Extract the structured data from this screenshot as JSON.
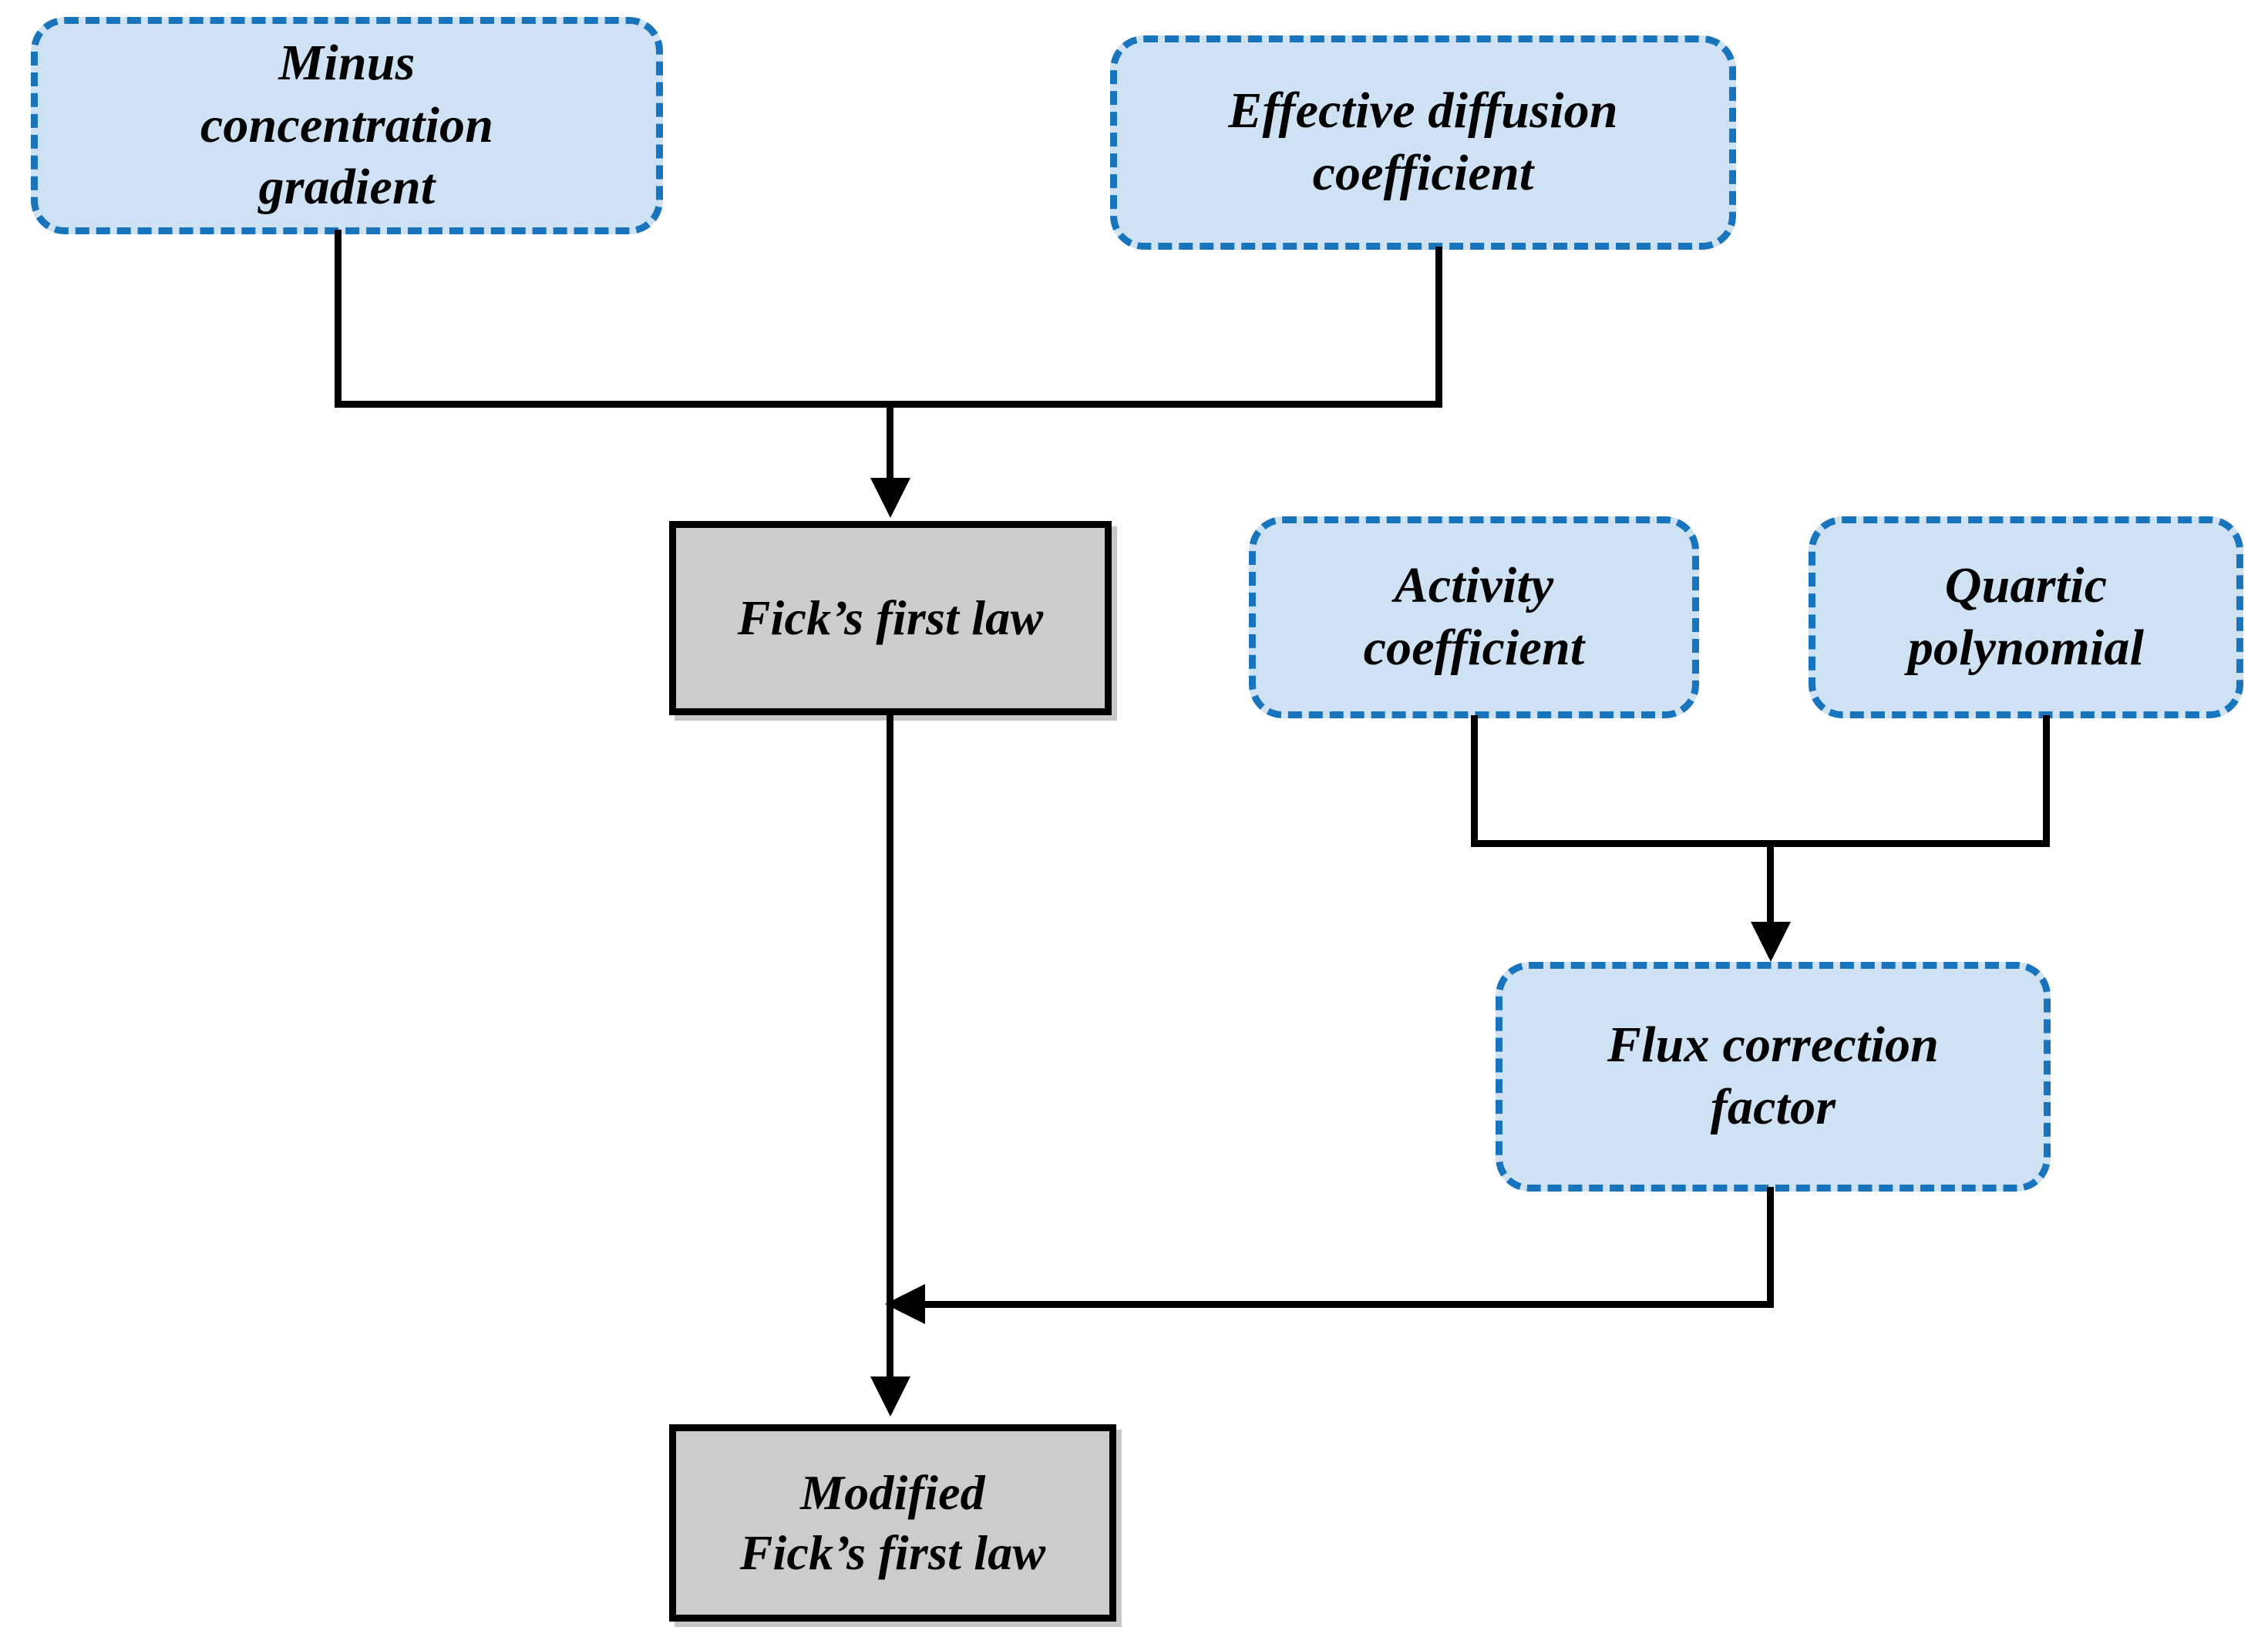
{
  "diagram": {
    "title": "Modified Fick's first law derivation flowchart",
    "colors": {
      "input_fill": "#cfe2f3",
      "input_border": "#1874bd",
      "process_fill": "#cccccc",
      "process_border": "#000000",
      "connector": "#000000",
      "background": "#ffffff"
    },
    "nodes": [
      {
        "id": "minus-concentration-gradient",
        "label": "Minus\nconcentration\ngradient",
        "type": "input"
      },
      {
        "id": "effective-diffusion-coefficient",
        "label": "Effective diffusion\ncoefficient",
        "type": "input"
      },
      {
        "id": "ficks-first-law",
        "label": "Fick’s first law",
        "type": "process"
      },
      {
        "id": "activity-coefficient",
        "label": "Activity\ncoefficient",
        "type": "input"
      },
      {
        "id": "quartic-polynomial",
        "label": "Quartic\npolynomial",
        "type": "input"
      },
      {
        "id": "flux-correction-factor",
        "label": "Flux correction\nfactor",
        "type": "input"
      },
      {
        "id": "modified-ficks-first-law",
        "label": "Modified\nFick’s first law",
        "type": "process"
      }
    ],
    "edges": [
      {
        "from": "minus-concentration-gradient",
        "to": "ficks-first-law",
        "arrow": "down"
      },
      {
        "from": "effective-diffusion-coefficient",
        "to": "ficks-first-law",
        "arrow": "down"
      },
      {
        "from": "activity-coefficient",
        "to": "flux-correction-factor",
        "arrow": "down"
      },
      {
        "from": "quartic-polynomial",
        "to": "flux-correction-factor",
        "arrow": "down"
      },
      {
        "from": "flux-correction-factor",
        "to": "modified-ficks-first-law",
        "arrow": "left"
      },
      {
        "from": "ficks-first-law",
        "to": "modified-ficks-first-law",
        "arrow": "down"
      }
    ]
  }
}
